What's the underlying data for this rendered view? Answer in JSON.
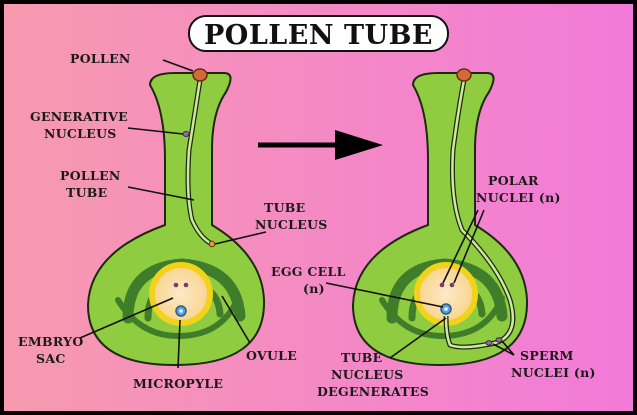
{
  "title": "POLLEN TUBE",
  "colors": {
    "background_left": "#f79ab2",
    "background_right": "#f47ad8",
    "flower_green": "#8fcc40",
    "outline": "#1b2a10",
    "dark_green": "#3f7d2a",
    "embryo_sac_yellow": "#f2d21a",
    "embryo_sac_inner": "#fbe4b0",
    "pollen_grain": "#d26a3a",
    "nucleus_blue": "#5da2d8",
    "arrow": "#000000"
  },
  "labels": {
    "pollen": "POLLEN",
    "generative_1": "GENERATIVE",
    "generative_2": "NUCLEUS",
    "pollen_tube_1": "POLLEN",
    "pollen_tube_2": "TUBE",
    "tube_nucleus_1": "TUBE",
    "tube_nucleus_2": "NUCLEUS",
    "embryo_sac_1": "EMBRYO",
    "embryo_sac_2": "SAC",
    "micropyle": "MICROPYLE",
    "ovule": "OVULE",
    "polar_nuclei_1": "POLAR",
    "polar_nuclei_2": "NUCLEI (n)",
    "egg_cell_1": "EGG CELL",
    "egg_cell_2": "(n)",
    "tube_degen_1": "TUBE",
    "tube_degen_2": "NUCLEUS",
    "tube_degen_3": "DEGENERATES",
    "sperm_nuclei_1": "SPERM",
    "sperm_nuclei_2": "NUCLEI (n)"
  }
}
